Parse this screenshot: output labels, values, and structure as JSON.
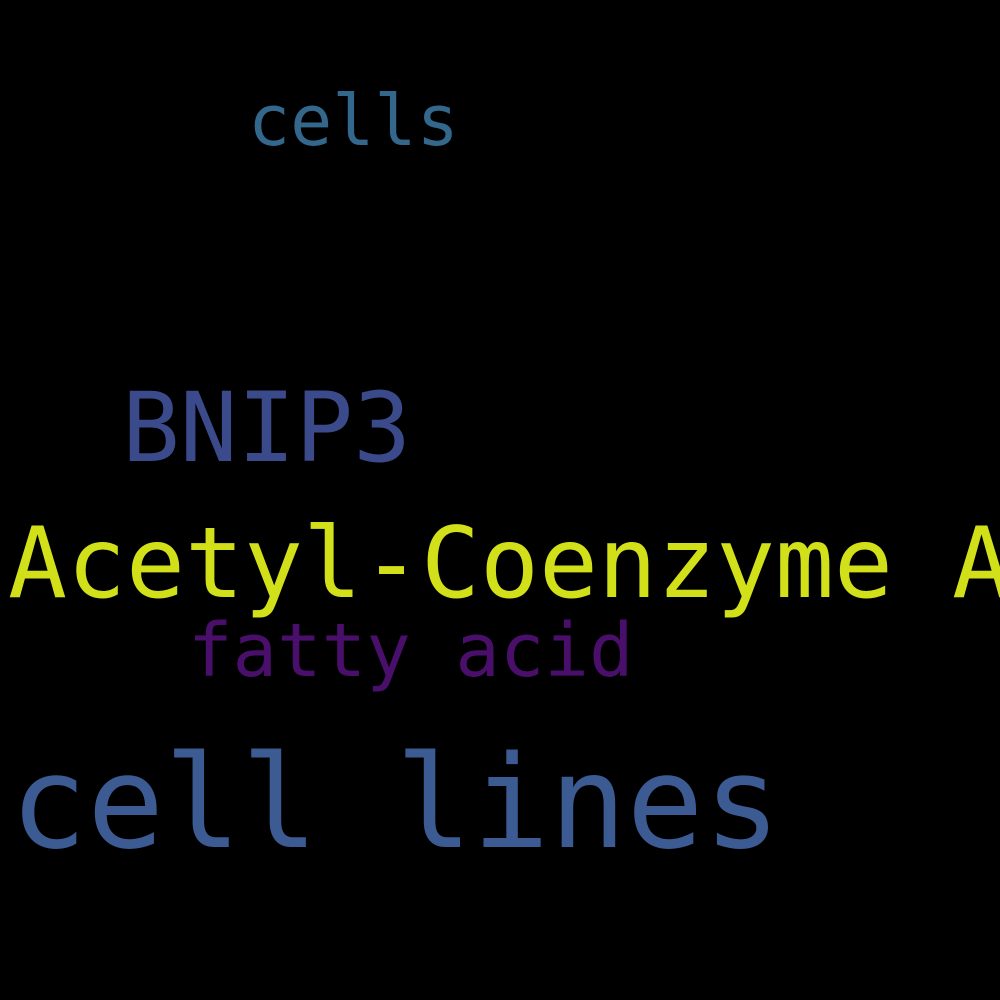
{
  "words": [
    {
      "text": "cells",
      "color": "#33678b"
    },
    {
      "text": "BNIP3",
      "color": "#3b4a8a"
    },
    {
      "text": "Acetyl-Coenzyme A",
      "color": "#d2e01a"
    },
    {
      "text": "fatty acid",
      "color": "#4a0f6b"
    },
    {
      "text": "cell lines",
      "color": "#3b5b92"
    }
  ]
}
